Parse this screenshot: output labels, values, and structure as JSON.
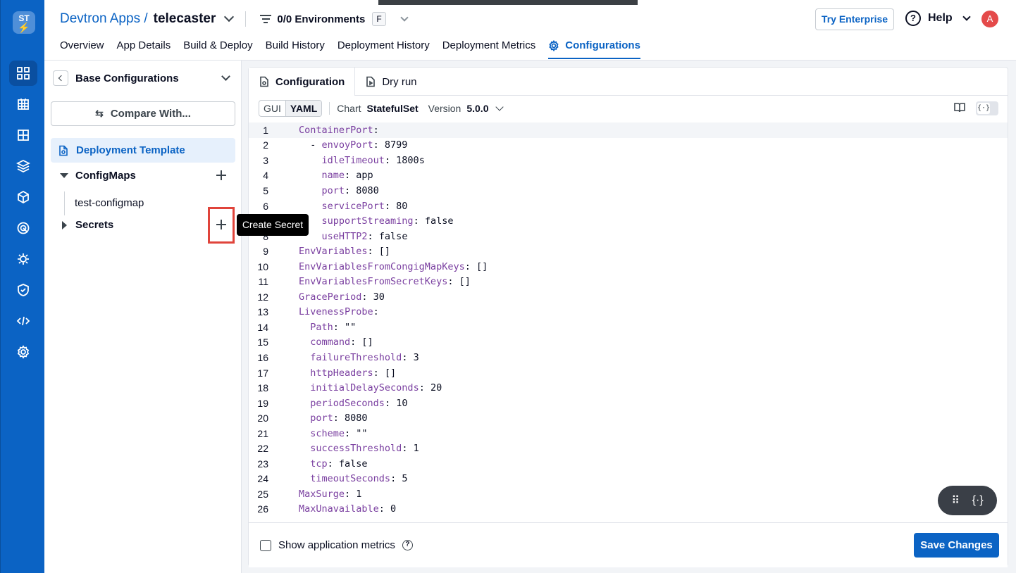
{
  "header": {
    "breadcrumb_parent": "Devtron Apps /",
    "app_name": "telecaster",
    "environments": "0/0 Environments",
    "env_badge": "F",
    "try_enterprise": "Try Enterprise",
    "help": "Help",
    "avatar_initial": "A"
  },
  "rail": {
    "logo_text": "ST"
  },
  "tabs": [
    {
      "label": "Overview"
    },
    {
      "label": "App Details"
    },
    {
      "label": "Build & Deploy"
    },
    {
      "label": "Build History"
    },
    {
      "label": "Deployment History"
    },
    {
      "label": "Deployment Metrics"
    },
    {
      "label": "Configurations"
    }
  ],
  "left_panel": {
    "title": "Base Configurations",
    "compare_button": "Compare With...",
    "deployment_template": "Deployment Template",
    "configmaps": "ConfigMaps",
    "configmap_item": "test-configmap",
    "secrets": "Secrets",
    "tooltip": "Create Secret"
  },
  "editor_panel": {
    "tab_configuration": "Configuration",
    "tab_dry_run": "Dry run",
    "gui": "GUI",
    "yaml": "YAML",
    "chart_label": "Chart",
    "chart_value": "StatefulSet",
    "version_label": "Version",
    "version_value": "5.0.0"
  },
  "code_lines": [
    {
      "n": "1",
      "indent": "",
      "key": "ContainerPort",
      "rest": ":"
    },
    {
      "n": "2",
      "indent": "  - ",
      "key": "envoyPort",
      "rest": ": 8799"
    },
    {
      "n": "3",
      "indent": "    ",
      "key": "idleTimeout",
      "rest": ": 1800s"
    },
    {
      "n": "4",
      "indent": "    ",
      "key": "name",
      "rest": ": app"
    },
    {
      "n": "5",
      "indent": "    ",
      "key": "port",
      "rest": ": 8080"
    },
    {
      "n": "6",
      "indent": "    ",
      "key": "servicePort",
      "rest": ": 80"
    },
    {
      "n": "7",
      "indent": "    ",
      "key": "supportStreaming",
      "rest": ": false"
    },
    {
      "n": "8",
      "indent": "    ",
      "key": "useHTTP2",
      "rest": ": false"
    },
    {
      "n": "9",
      "indent": "",
      "key": "EnvVariables",
      "rest": ": []"
    },
    {
      "n": "10",
      "indent": "",
      "key": "EnvVariablesFromCongigMapKeys",
      "rest": ": []"
    },
    {
      "n": "11",
      "indent": "",
      "key": "EnvVariablesFromSecretKeys",
      "rest": ": []"
    },
    {
      "n": "12",
      "indent": "",
      "key": "GracePeriod",
      "rest": ": 30"
    },
    {
      "n": "13",
      "indent": "",
      "key": "LivenessProbe",
      "rest": ":"
    },
    {
      "n": "14",
      "indent": "  ",
      "key": "Path",
      "rest": ": \"\""
    },
    {
      "n": "15",
      "indent": "  ",
      "key": "command",
      "rest": ": []"
    },
    {
      "n": "16",
      "indent": "  ",
      "key": "failureThreshold",
      "rest": ": 3"
    },
    {
      "n": "17",
      "indent": "  ",
      "key": "httpHeaders",
      "rest": ": []"
    },
    {
      "n": "18",
      "indent": "  ",
      "key": "initialDelaySeconds",
      "rest": ": 20"
    },
    {
      "n": "19",
      "indent": "  ",
      "key": "periodSeconds",
      "rest": ": 10"
    },
    {
      "n": "20",
      "indent": "  ",
      "key": "port",
      "rest": ": 8080"
    },
    {
      "n": "21",
      "indent": "  ",
      "key": "scheme",
      "rest": ": \"\""
    },
    {
      "n": "22",
      "indent": "  ",
      "key": "successThreshold",
      "rest": ": 1"
    },
    {
      "n": "23",
      "indent": "  ",
      "key": "tcp",
      "rest": ": false"
    },
    {
      "n": "24",
      "indent": "  ",
      "key": "timeoutSeconds",
      "rest": ": 5"
    },
    {
      "n": "25",
      "indent": "",
      "key": "MaxSurge",
      "rest": ": 1"
    },
    {
      "n": "26",
      "indent": "",
      "key": "MaxUnavailable",
      "rest": ": 0"
    }
  ],
  "footer": {
    "show_metrics": "Show application metrics",
    "save": "Save Changes"
  },
  "colors": {
    "brand": "#0b63c4",
    "highlight": "#e0443b",
    "yaml_key": "#7a3fa0"
  }
}
